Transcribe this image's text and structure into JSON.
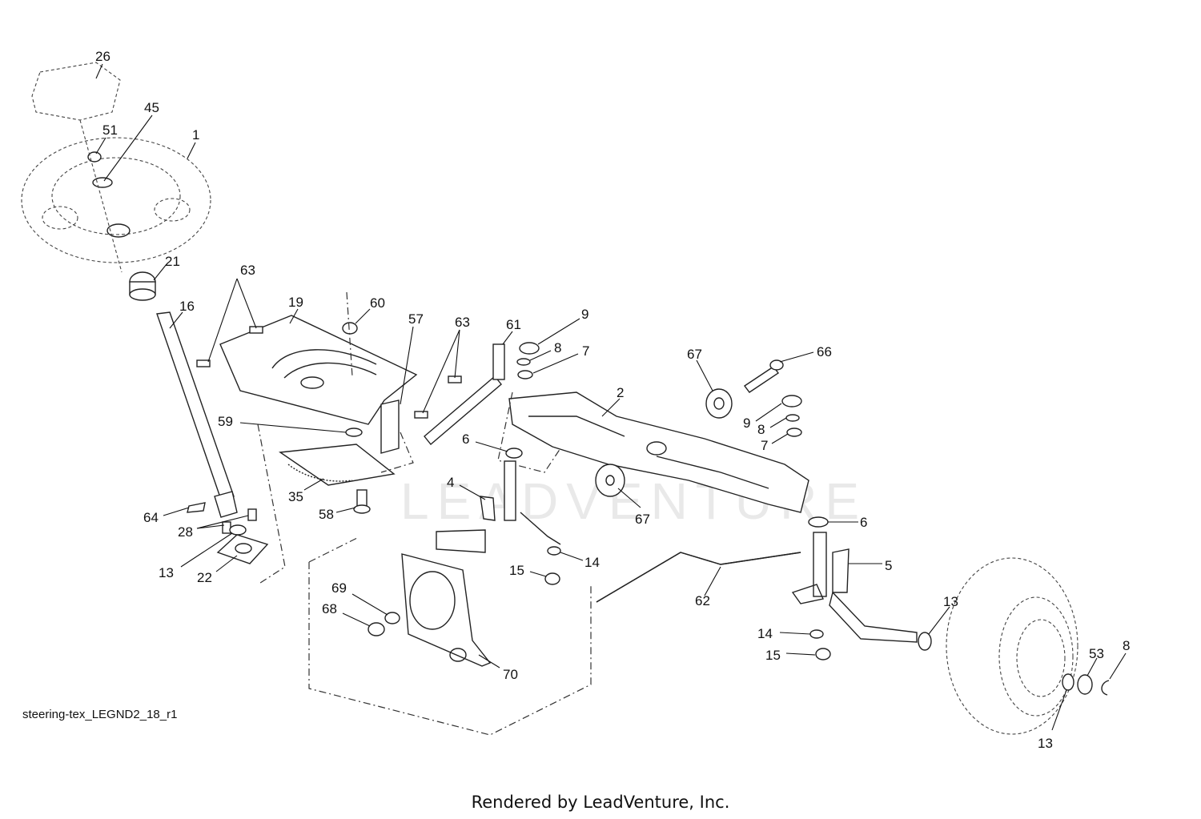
{
  "diagram": {
    "id_label": "steering-tex_LEGND2_18_r1",
    "credit": "Rendered by LeadVenture, Inc.",
    "watermark": "LEADVENTURE"
  },
  "callouts": [
    {
      "key": "c26",
      "label": "26"
    },
    {
      "key": "c45",
      "label": "45"
    },
    {
      "key": "c51",
      "label": "51"
    },
    {
      "key": "c1",
      "label": "1"
    },
    {
      "key": "c21",
      "label": "21"
    },
    {
      "key": "c16",
      "label": "16"
    },
    {
      "key": "c63a",
      "label": "63"
    },
    {
      "key": "c19",
      "label": "19"
    },
    {
      "key": "c60",
      "label": "60"
    },
    {
      "key": "c57",
      "label": "57"
    },
    {
      "key": "c63b",
      "label": "63"
    },
    {
      "key": "c61",
      "label": "61"
    },
    {
      "key": "c9a",
      "label": "9"
    },
    {
      "key": "c8a",
      "label": "8"
    },
    {
      "key": "c7a",
      "label": "7"
    },
    {
      "key": "c67a",
      "label": "67"
    },
    {
      "key": "c66",
      "label": "66"
    },
    {
      "key": "c2",
      "label": "2"
    },
    {
      "key": "c9b",
      "label": "9"
    },
    {
      "key": "c8b",
      "label": "8"
    },
    {
      "key": "c7b",
      "label": "7"
    },
    {
      "key": "c59",
      "label": "59"
    },
    {
      "key": "c6a",
      "label": "6"
    },
    {
      "key": "c4",
      "label": "4"
    },
    {
      "key": "c35",
      "label": "35"
    },
    {
      "key": "c58",
      "label": "58"
    },
    {
      "key": "c67b",
      "label": "67"
    },
    {
      "key": "c6b",
      "label": "6"
    },
    {
      "key": "c64",
      "label": "64"
    },
    {
      "key": "c28",
      "label": "28"
    },
    {
      "key": "c13a",
      "label": "13"
    },
    {
      "key": "c22",
      "label": "22"
    },
    {
      "key": "c14a",
      "label": "14"
    },
    {
      "key": "c15a",
      "label": "15"
    },
    {
      "key": "c5",
      "label": "5"
    },
    {
      "key": "c69",
      "label": "69"
    },
    {
      "key": "c68",
      "label": "68"
    },
    {
      "key": "c62",
      "label": "62"
    },
    {
      "key": "c13b",
      "label": "13"
    },
    {
      "key": "c14b",
      "label": "14"
    },
    {
      "key": "c15b",
      "label": "15"
    },
    {
      "key": "c53",
      "label": "53"
    },
    {
      "key": "c8c",
      "label": "8"
    },
    {
      "key": "c70",
      "label": "70"
    },
    {
      "key": "c13c",
      "label": "13"
    }
  ]
}
